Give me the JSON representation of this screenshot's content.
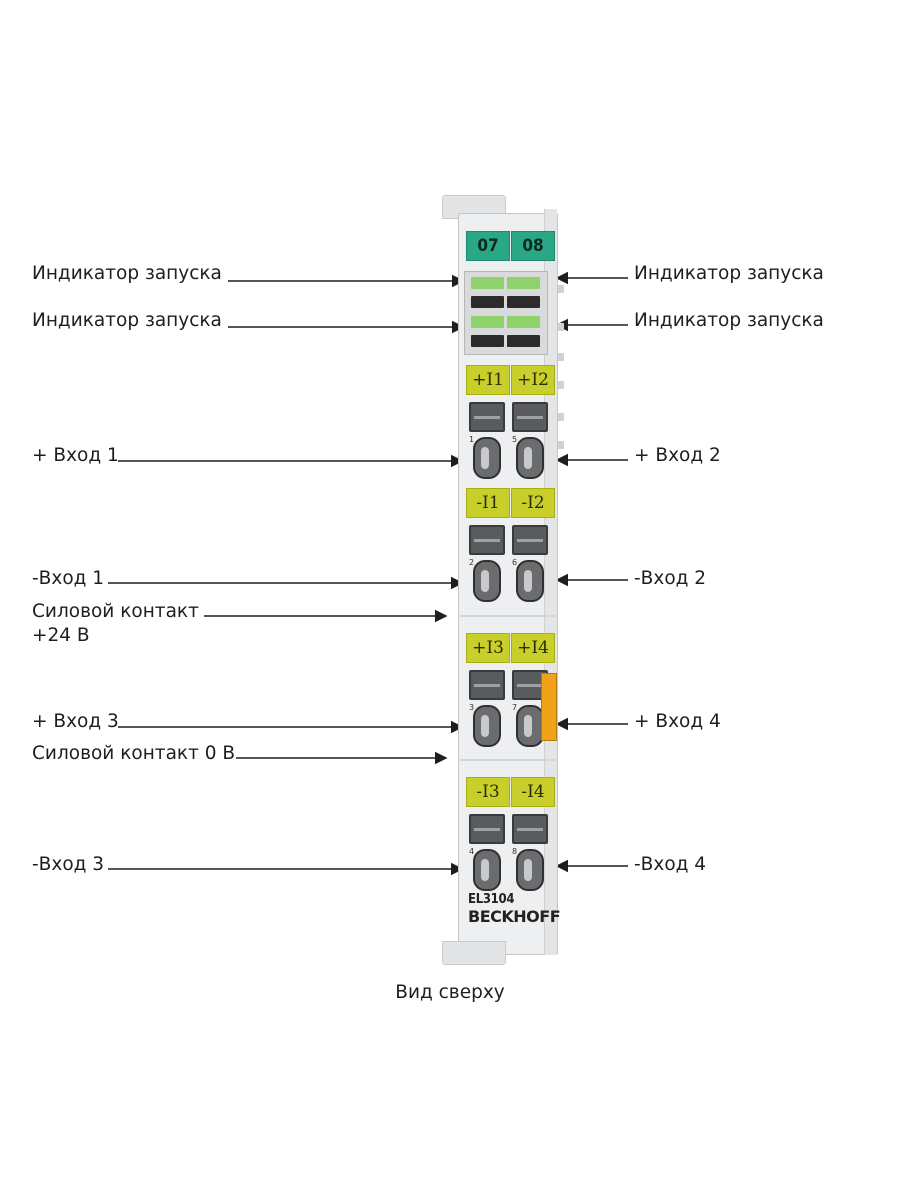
{
  "module": {
    "headers": [
      "07",
      "08"
    ],
    "tags": [
      "+I1",
      "+I2",
      "-I1",
      "-I2",
      "+I3",
      "+I4",
      "-I3",
      "-I4"
    ],
    "terminal_numbers": [
      "1",
      "5",
      "2",
      "6",
      "3",
      "7",
      "4",
      "8"
    ],
    "model": "EL3104",
    "brand": "BECKHOFF"
  },
  "labels_left": [
    "Индикатор запуска",
    "Индикатор запуска",
    "+ Вход 1",
    "-Вход 1",
    "Силовой контакт",
    "+24 В",
    "+ Вход 3",
    "Силовой контакт 0 В",
    "-Вход 3"
  ],
  "labels_right": [
    "Индикатор запуска",
    "Индикатор запуска",
    "+ Вход 2",
    "-Вход 2",
    "+ Вход 4",
    "-Вход 4"
  ],
  "caption": "Вид сверху",
  "colors": {
    "header": "#2aa886",
    "tag": "#c8cf2a",
    "orange": "#f0a318"
  }
}
